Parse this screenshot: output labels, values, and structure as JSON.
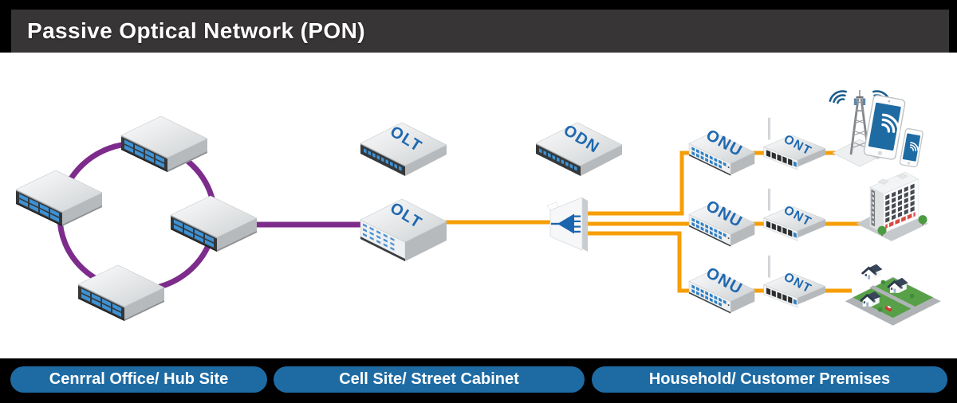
{
  "title": "Passive Optical Network (PON)",
  "zones": {
    "central_office": "Cenrral Office/ Hub Site",
    "cell_site": "Cell Site/ Street Cabinet",
    "household": "Household/ Customer Premises"
  },
  "devices": {
    "olt": "OLT",
    "odn": "ODN",
    "onu": "ONU",
    "ont": "ONT"
  },
  "icons": {
    "wifi": "wifi-icon",
    "splitter": "optical-splitter-icon",
    "tower": "cell-tower-icon",
    "building": "office-building-icon",
    "houses": "residential-houses-icon"
  },
  "colors": {
    "ring_purple": "#7d2c8c",
    "fiber_orange": "#f59e06",
    "zone_pill_blue": "#1e6ba4",
    "device_label_blue": "#1e68b0",
    "screen_blue": "#1e6ba3",
    "titlebar_gray": "#383536",
    "port_blue": "#3e92d4"
  }
}
